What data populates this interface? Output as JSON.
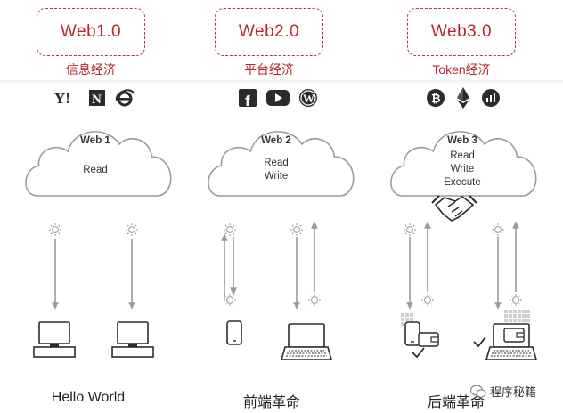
{
  "eras": [
    {
      "name": "Web1.0",
      "subtitle": "信息经济",
      "cloud_title": "Web 1",
      "cloud_lines": [
        "Read"
      ],
      "bottom_label": "Hello World",
      "icons": [
        "yahoo-icon",
        "netscape-icon",
        "internet-explorer-icon"
      ]
    },
    {
      "name": "Web2.0",
      "subtitle": "平台经济",
      "cloud_title": "Web 2",
      "cloud_lines": [
        "Read",
        "Write"
      ],
      "bottom_label": "前端革命",
      "icons": [
        "facebook-icon",
        "youtube-icon",
        "wordpress-icon"
      ]
    },
    {
      "name": "Web3.0",
      "subtitle": "Token经济",
      "cloud_title": "Web 3",
      "cloud_lines": [
        "Read",
        "Write",
        "Execute"
      ],
      "bottom_label": "后端革命",
      "icons": [
        "bitcoin-icon",
        "ethereum-icon",
        "chart-app-icon"
      ]
    }
  ],
  "icon_text": {
    "yahoo": "Y!",
    "netscape": "N",
    "facebook": "f",
    "bitcoin": "₿"
  },
  "watermark": "程序秘籍",
  "colors": {
    "accent": "#b7282e",
    "line": "#9a9a9a",
    "icon": "#2b2b2b"
  }
}
